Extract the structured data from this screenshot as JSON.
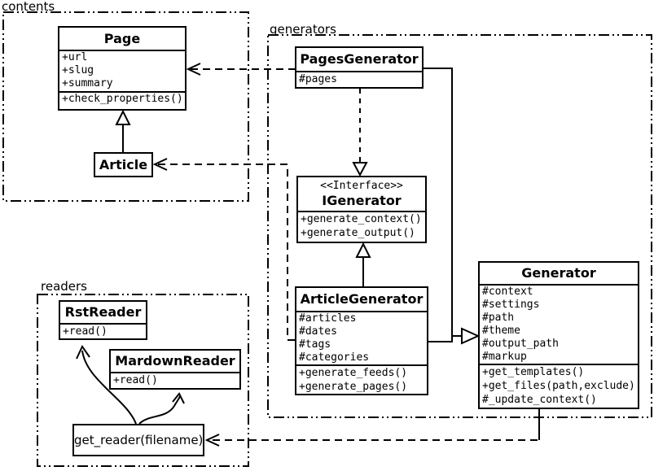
{
  "colors": {
    "line": "#000000",
    "background": "#ffffff"
  },
  "packages": {
    "contents": {
      "label": "contents"
    },
    "generators": {
      "label": "generators"
    },
    "readers": {
      "label": "readers"
    }
  },
  "classes": {
    "page": {
      "name": "Page",
      "attributes": [
        "+url",
        "+slug",
        "+summary"
      ],
      "methods": [
        "+check_properties()"
      ]
    },
    "article": {
      "name": "Article"
    },
    "pages_generator": {
      "name": "PagesGenerator",
      "attributes": [
        "#pages"
      ]
    },
    "igenerator": {
      "stereotype": "<<Interface>>",
      "name": "IGenerator",
      "methods": [
        "+generate_context()",
        "+generate_output()"
      ]
    },
    "article_generator": {
      "name": "ArticleGenerator",
      "attributes": [
        "#articles",
        "#dates",
        "#tags",
        "#categories"
      ],
      "methods": [
        "+generate_feeds()",
        "+generate_pages()"
      ]
    },
    "generator": {
      "name": "Generator",
      "attributes": [
        "#context",
        "#settings",
        "#path",
        "#theme",
        "#output_path",
        "#markup"
      ],
      "methods": [
        "+get_templates()",
        "+get_files(path,exclude)",
        "#_update_context()"
      ]
    },
    "rst_reader": {
      "name": "RstReader",
      "methods": [
        "+read()"
      ]
    },
    "mardown_reader": {
      "name": "MardownReader",
      "methods": [
        "+read()"
      ]
    },
    "get_reader": {
      "label": "get_reader(filename)"
    }
  },
  "relationships": [
    {
      "from": "Article",
      "to": "Page",
      "type": "generalization"
    },
    {
      "from": "PagesGenerator",
      "to": "Page",
      "type": "dependency"
    },
    {
      "from": "PagesGenerator",
      "to": "IGenerator",
      "type": "realization"
    },
    {
      "from": "ArticleGenerator",
      "to": "IGenerator",
      "type": "generalization"
    },
    {
      "from": "PagesGenerator",
      "to": "Generator",
      "type": "generalization"
    },
    {
      "from": "ArticleGenerator",
      "to": "Generator",
      "type": "generalization"
    },
    {
      "from": "ArticleGenerator",
      "to": "Article",
      "type": "dependency"
    },
    {
      "from": "Generator",
      "to": "get_reader(filename)",
      "type": "dependency"
    },
    {
      "from": "get_reader(filename)",
      "to": "RstReader",
      "type": "arrow"
    },
    {
      "from": "get_reader(filename)",
      "to": "MardownReader",
      "type": "arrow"
    }
  ]
}
